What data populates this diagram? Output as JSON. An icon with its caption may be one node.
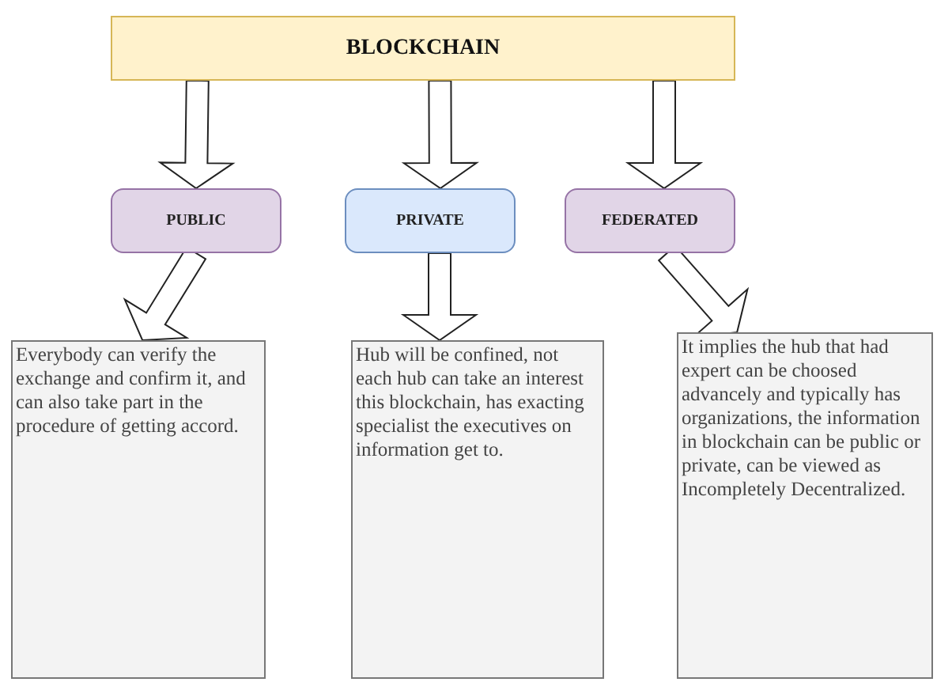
{
  "diagram": {
    "nodes": [
      {
        "text": [
          "BLOCKCHAIN"
        ]
      },
      {
        "text": [
          "PUBLIC"
        ]
      },
      {
        "text": [
          "PRIVATE"
        ]
      },
      {
        "text": [
          "FEDERATED"
        ]
      },
      {
        "text": [
          "Everybody can verify the exchange and confirm it, and can also take part in the procedure of getting accord."
        ]
      },
      {
        "text": [
          "Hub will be confined, not each hub can take an interest this blockchain, has exacting specialist the executives on information get to."
        ]
      },
      {
        "text": [
          "It implies the hub that had expert can be choosed advancely and typically has organizations, the information in blockchain can be public or private, can be viewed as Incompletely Decentralized."
        ]
      }
    ],
    "edges": [
      {
        "from": 0,
        "to": 1,
        "arrow": "to"
      },
      {
        "from": 0,
        "to": 2,
        "arrow": "to"
      },
      {
        "from": 0,
        "to": 3,
        "arrow": "to"
      },
      {
        "from": 1,
        "to": 4,
        "arrow": "to"
      },
      {
        "from": 2,
        "to": 5,
        "arrow": "to"
      },
      {
        "from": 3,
        "to": 6,
        "arrow": "to"
      }
    ]
  }
}
